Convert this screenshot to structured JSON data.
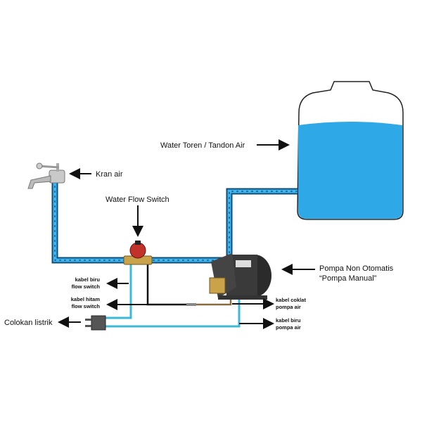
{
  "labels": {
    "tank": "Water Toren / Tandon Air",
    "faucet": "Kran air",
    "flow_switch": "Water Flow Switch",
    "pump_line1": "Pompa Non Otomatis",
    "pump_line2": "“Pompa Manual”",
    "plug": "Colokan listrik",
    "blue_fs_1": "kabel biru",
    "blue_fs_2": "flow switch",
    "black_fs_1": "kabel hitam",
    "black_fs_2": "flow switch",
    "brown_pump_1": "kabel coklat",
    "brown_pump_2": "pompa air",
    "blue_pump_1": "kabel biru",
    "blue_pump_2": "pompa air"
  },
  "colors": {
    "water": "#2ea8e6",
    "pipe_edge": "#0d4f7a",
    "wire_blue": "#3cb8d8",
    "wire_brown": "#8a6a3a"
  }
}
